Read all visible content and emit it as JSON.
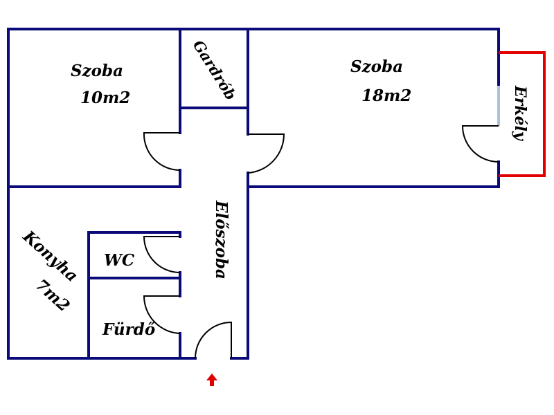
{
  "plan": {
    "rooms": {
      "szoba_small": {
        "name": "Szoba",
        "area": "10m2"
      },
      "gardrob": {
        "name": "Gardrób"
      },
      "szoba_large": {
        "name": "Szoba",
        "area": "18m2"
      },
      "erkely": {
        "name": "Erkély"
      },
      "eloszoba": {
        "name": "Előszoba"
      },
      "konyha": {
        "name": "Konyha",
        "area": "7m2"
      },
      "wc": {
        "name": "WC"
      },
      "furdo": {
        "name": "Fürdő"
      }
    },
    "colors": {
      "wall": "#0a0a78",
      "balcony": "#e00000",
      "entrance_arrow": "#e00000",
      "window": "#a8c4dc",
      "door_swing": "#000000",
      "text": "#000000"
    },
    "entrance_icon": "up-arrow-icon"
  }
}
